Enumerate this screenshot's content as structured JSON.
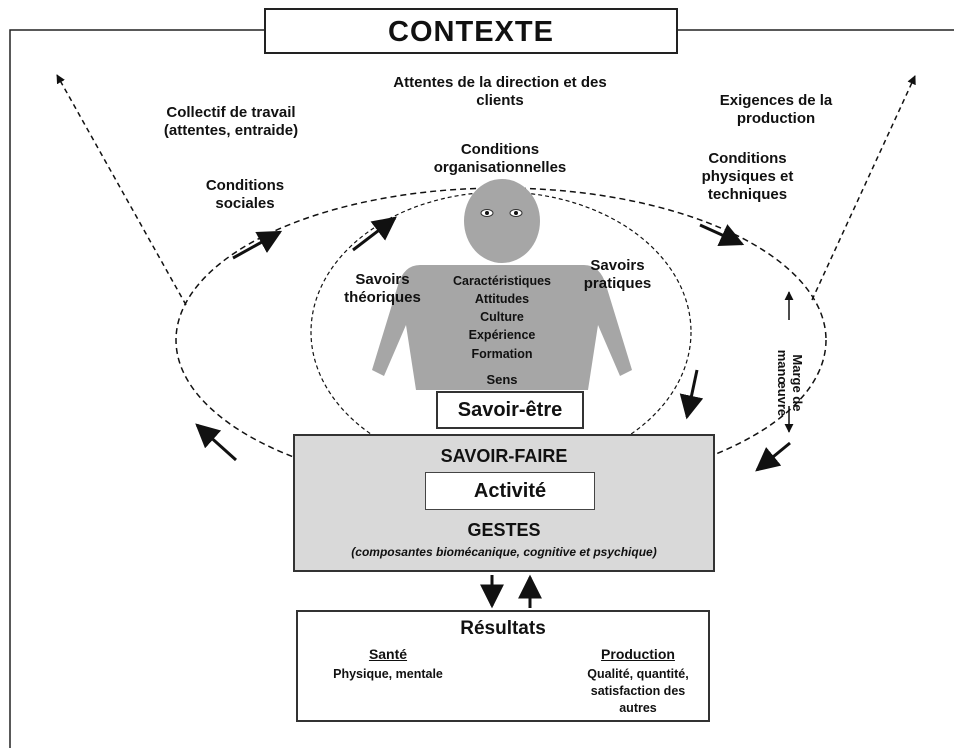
{
  "title": "CONTEXTE",
  "context_labels": {
    "attentes_direction": "Attentes de la direction et des clients",
    "collectif": "Collectif de travail (attentes, entraide)",
    "exigences": "Exigences de la production",
    "conditions_sociales": "Conditions sociales",
    "conditions_organisationnelles": "Conditions organisationnelles",
    "conditions_physiques": "Conditions physiques et techniques"
  },
  "knowledge": {
    "theoriques": "Savoirs théoriques",
    "pratiques": "Savoirs pratiques",
    "marge": "Marge de manœuvre"
  },
  "person": {
    "traits": [
      "Caractéristiques",
      "Attitudes",
      "Culture",
      "Expérience",
      "Formation"
    ],
    "sens": "Sens",
    "savoir_etre": "Savoir-être"
  },
  "savoir_faire": {
    "title": "SAVOIR-FAIRE",
    "activite": "Activité",
    "gestes": "GESTES",
    "composantes": "(composantes biomécanique, cognitive et psychique)"
  },
  "resultats": {
    "title": "Résultats",
    "sante_head": "Santé",
    "sante_text": "Physique, mentale",
    "production_head": "Production",
    "production_text": "Qualité, quantité, satisfaction des autres"
  },
  "colors": {
    "person": "#a6a6a6",
    "box_fill": "#d9d9d9",
    "line": "#111111"
  }
}
